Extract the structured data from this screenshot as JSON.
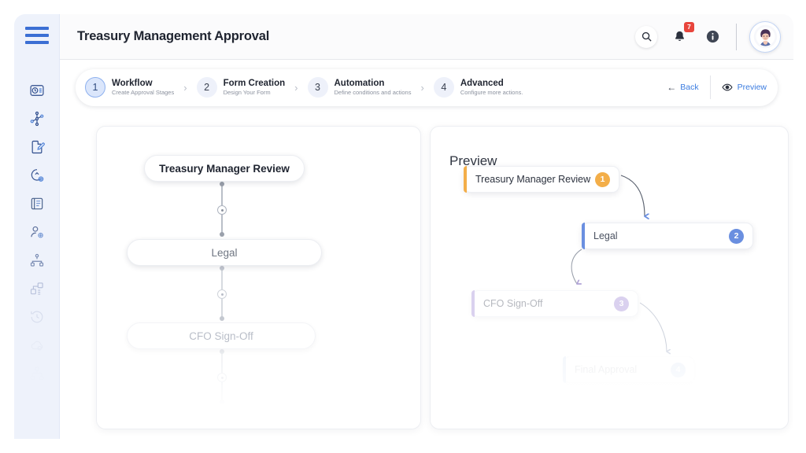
{
  "header": {
    "title": "Treasury Management Approval",
    "icons": [
      {
        "name": "search-icon",
        "glyph": "search"
      },
      {
        "name": "bell-icon",
        "glyph": "bell",
        "badge": "7"
      },
      {
        "name": "info-icon",
        "glyph": "info"
      }
    ],
    "avatar_label": "User avatar"
  },
  "sidebar": {
    "logo_name": "hamburger-menu",
    "items": [
      {
        "name": "sidebar-item-time-tracking",
        "icon": "clock-list-icon",
        "opacity": 1.0
      },
      {
        "name": "sidebar-item-workflow",
        "icon": "workflow-nodes-icon",
        "opacity": 1.0
      },
      {
        "name": "sidebar-item-form-edit",
        "icon": "document-edit-icon",
        "opacity": 1.0
      },
      {
        "name": "sidebar-item-automation",
        "icon": "gear-cursor-icon",
        "opacity": 0.95
      },
      {
        "name": "sidebar-item-records",
        "icon": "book-lines-icon",
        "opacity": 0.9
      },
      {
        "name": "sidebar-item-users",
        "icon": "user-settings-icon",
        "opacity": 0.85
      },
      {
        "name": "sidebar-item-hierarchy",
        "icon": "org-tree-icon",
        "opacity": 0.75
      },
      {
        "name": "sidebar-item-modules",
        "icon": "blocks-icon",
        "opacity": 0.5
      },
      {
        "name": "sidebar-item-history",
        "icon": "history-clock-icon",
        "opacity": 0.33
      },
      {
        "name": "sidebar-item-integrations",
        "icon": "cloud-gear-icon",
        "opacity": 0.2
      },
      {
        "name": "sidebar-item-structure",
        "icon": "sitemap-icon",
        "opacity": 0.1
      }
    ]
  },
  "stepper": {
    "steps": [
      {
        "num": "1",
        "title": "Workflow",
        "sub": "Create Approval Stages",
        "active": true
      },
      {
        "num": "2",
        "title": "Form Creation",
        "sub": "Design Your Form",
        "active": false
      },
      {
        "num": "3",
        "title": "Automation",
        "sub": "Define conditions and actions",
        "active": false
      },
      {
        "num": "4",
        "title": "Advanced",
        "sub": "Configure more actions.",
        "active": false
      }
    ],
    "chevron": "›",
    "back_label": "Back",
    "back_arrow": "←",
    "preview_label": "Preview"
  },
  "workflow": {
    "nodes": [
      {
        "label": "Treasury Manager Review",
        "state": "active"
      },
      {
        "label": "Legal",
        "state": "normal"
      },
      {
        "label": "CFO Sign-Off",
        "state": "dim"
      },
      {
        "label": "Final Approval",
        "state": "faded"
      }
    ]
  },
  "preview": {
    "heading": "Preview",
    "nodes": [
      {
        "label": "Treasury Manager Review",
        "badge": "1",
        "accent": "#f3ae49"
      },
      {
        "label": "Legal",
        "badge": "2",
        "accent": "#6a8fe0"
      },
      {
        "label": "CFO Sign-Off",
        "badge": "3",
        "accent": "#a58ed8"
      },
      {
        "label": "Final Approval",
        "badge": "4",
        "accent": "#7fa8dd"
      }
    ]
  },
  "colors": {
    "brand_blue": "#3b6fd4",
    "link_blue": "#3b7ce0",
    "rail_bg": "#eef2fb",
    "badge_red": "#e8453c",
    "node_orange": "#f3ae49",
    "node_blue": "#6a8fe0",
    "node_purple": "#a58ed8"
  }
}
